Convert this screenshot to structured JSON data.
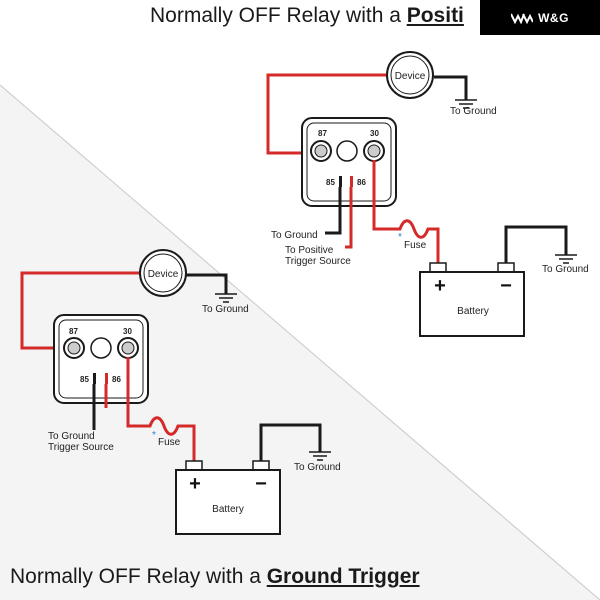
{
  "header": {
    "title_prefix": "Normally OFF Relay with a ",
    "title_emphasis": "Positi",
    "brand": "W&G"
  },
  "footer": {
    "title_prefix": "Normally OFF Relay with a ",
    "title_emphasis": "Ground Trigger"
  },
  "positive_diagram": {
    "device_label": "Device",
    "device_ground_label": "To Ground",
    "pin_87": "87",
    "pin_30": "30",
    "pin_85": "85",
    "pin_86": "86",
    "pin85_label": "To Ground",
    "pin86_label_line1": "To Positive",
    "pin86_label_line2": "Trigger Source",
    "fuse_mark": "*",
    "fuse_label": "Fuse",
    "battery_plus": "+",
    "battery_minus": "−",
    "battery_label": "Battery",
    "battery_ground_label": "To Ground"
  },
  "ground_diagram": {
    "device_label": "Device",
    "device_ground_label": "To Ground",
    "pin_87": "87",
    "pin_30": "30",
    "pin_85": "85",
    "pin_86": "86",
    "pin85_label_line1": "To Ground",
    "pin85_label_line2": "Trigger Source",
    "fuse_mark": "*",
    "fuse_label": "Fuse",
    "battery_plus": "+",
    "battery_minus": "−",
    "battery_label": "Battery",
    "battery_ground_label": "To Ground"
  },
  "colors": {
    "wire_red": "#d42a2a",
    "wire_black": "#1a1a1a",
    "accent_blue": "#2a7fd4"
  }
}
